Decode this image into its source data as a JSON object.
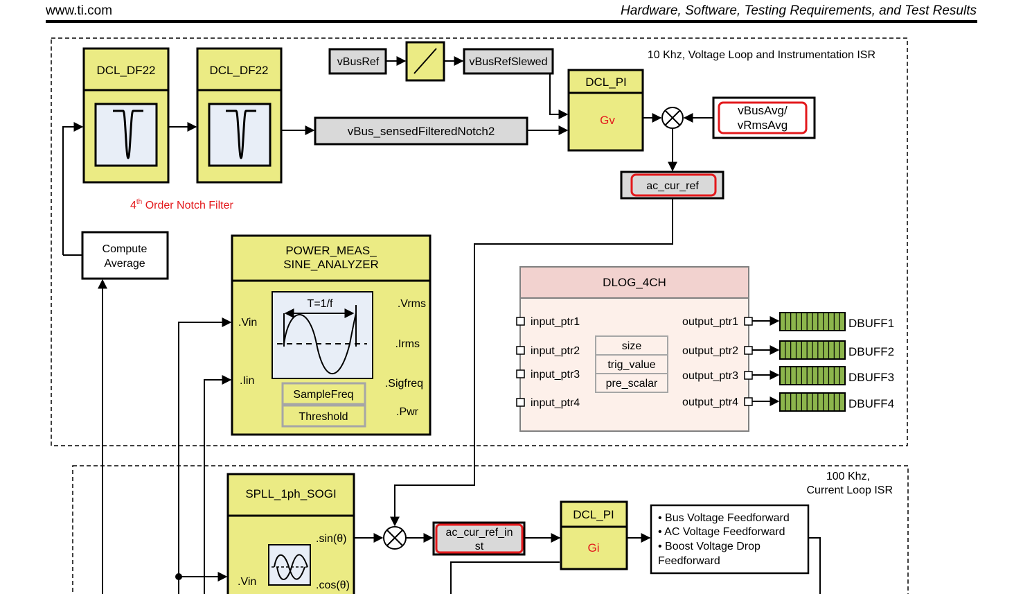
{
  "header": {
    "site": "www.ti.com",
    "section": "Hardware, Software, Testing Requirements, and Test Results"
  },
  "voltage_loop": {
    "isr_label": "10 Khz, Voltage Loop and Instrumentation ISR",
    "notch1_title": "DCL_DF22",
    "notch2_title": "DCL_DF22",
    "notch_caption": {
      "prefix": "4",
      "sup": "th",
      "rest": " Order Notch Filter"
    },
    "vbus_ref": "vBusRef",
    "vbus_ref_slewed": "vBusRefSlewed",
    "vbus_filtered": "vBus_sensedFilteredNotch2",
    "pi_title": "DCL_PI",
    "pi_gain": "Gv",
    "vbus_avg_line1": "vBusAvg/",
    "vbus_avg_line2": "vRmsAvg",
    "ac_cur_ref": "ac_cur_ref",
    "compute_avg_line1": "Compute",
    "compute_avg_line2": "Average",
    "power_meas": {
      "title_line1": "POWER_MEAS_",
      "title_line2": "SINE_ANALYZER",
      "in_vin": ".Vin",
      "in_iin": ".Iin",
      "out_vrms": ".Vrms",
      "out_irms": ".Irms",
      "out_sigfreq": ".Sigfreq",
      "out_pwr": ".Pwr",
      "period_label": "T=1/f",
      "param1": "SampleFreq",
      "param2": "Threshold"
    },
    "dlog": {
      "title": "DLOG_4CH",
      "inputs": [
        "input_ptr1",
        "input_ptr2",
        "input_ptr3",
        "input_ptr4"
      ],
      "outputs": [
        "output_ptr1",
        "output_ptr2",
        "output_ptr3",
        "output_ptr4"
      ],
      "params": [
        "size",
        "trig_value",
        "pre_scalar"
      ],
      "buffers": [
        "DBUFF1",
        "DBUFF2",
        "DBUFF3",
        "DBUFF4"
      ]
    }
  },
  "current_loop": {
    "isr_line1": "100 Khz,",
    "isr_line2": "Current Loop ISR",
    "spll_title": "SPLL_1ph_SOGI",
    "spll_in": ".Vin",
    "spll_sin": ".sin(θ)",
    "spll_cos": ".cos(θ)",
    "ac_cur_ref_inst_line1": "ac_cur_ref_in",
    "ac_cur_ref_inst_line2": "st",
    "pi_title": "DCL_PI",
    "pi_gain": "Gi",
    "feedforward": [
      "Bus Voltage Feedforward",
      "AC Voltage Feedforward",
      "Boost Voltage Drop"
    ],
    "feedforward_tail": "Feedforward"
  },
  "colors": {
    "block_yellow": "#ebeb84",
    "block_gray": "#d9d9d9",
    "notch_bg": "#e8eef7",
    "dlog_header": "#f2d2cf",
    "dlog_body": "#fdf0ea",
    "buffer_green": "#8cb54c",
    "highlight_red": "#e3191c",
    "gain_red": "#e3191c"
  }
}
